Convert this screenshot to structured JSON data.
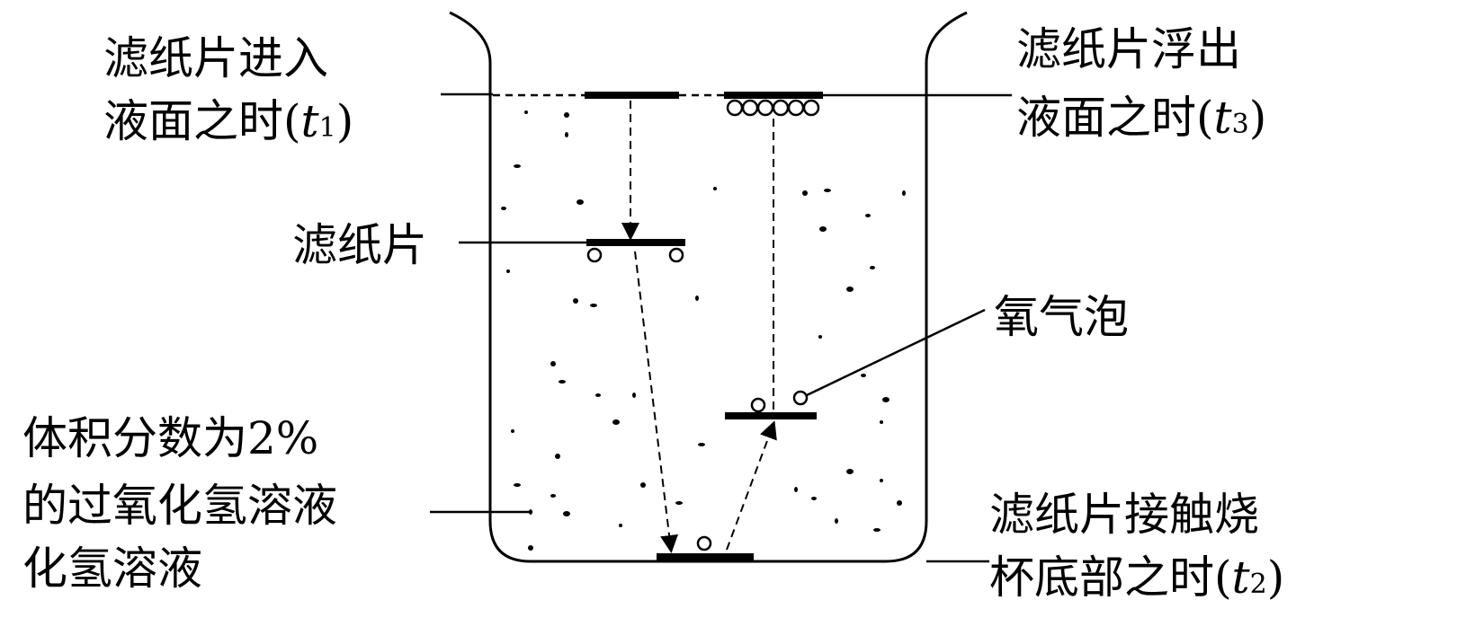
{
  "labels": {
    "t1_line1": "滤纸片进入",
    "t1_line2": "液面之时(",
    "t1_var": "t",
    "t1_sub": "1",
    "t3_line1": "滤纸片浮出",
    "t3_line2": "液面之时(",
    "t3_var": "t",
    "t3_sub": "3",
    "paper": "滤纸片",
    "oxygen": "氧气泡",
    "solution_line1": "体积分数为2%",
    "solution_line2": "的过氧化氢溶液",
    "solution_line3": "化氢溶液",
    "t2_line1": "滤纸片接触烧",
    "t2_line2": "杯底部之时(",
    "t2_var": "t",
    "t2_sub": "2",
    "close_paren": ")"
  },
  "colors": {
    "ink": "#000000",
    "background": "#ffffff"
  }
}
